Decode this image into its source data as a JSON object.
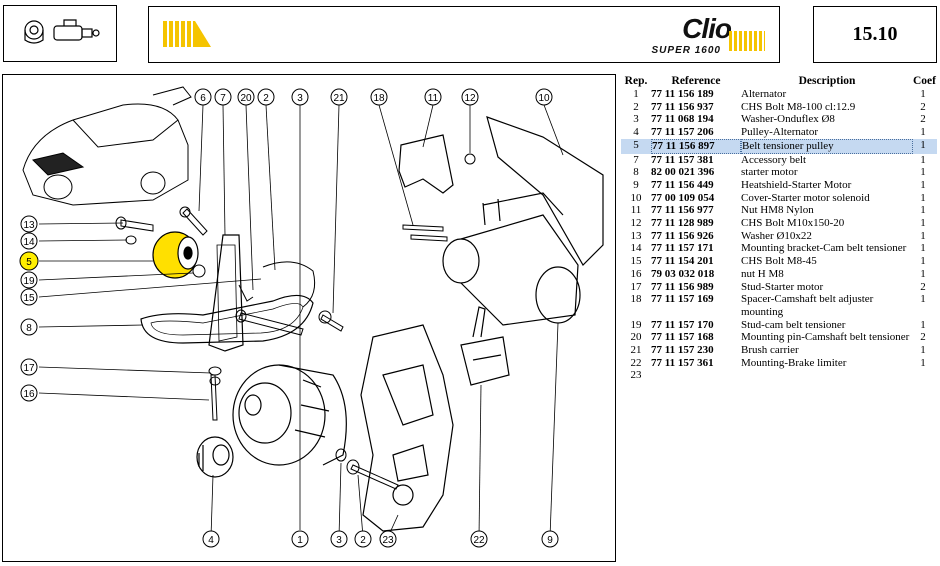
{
  "header": {
    "brand": {
      "model": "Clio",
      "variant": "SUPER 1600"
    },
    "page_number": "15.10"
  },
  "diagram": {
    "callouts": [
      {
        "num": "6"
      },
      {
        "num": "7"
      },
      {
        "num": "20"
      },
      {
        "num": "2"
      },
      {
        "num": "3"
      },
      {
        "num": "21"
      },
      {
        "num": "18"
      },
      {
        "num": "11"
      },
      {
        "num": "12"
      },
      {
        "num": "10"
      },
      {
        "num": "13"
      },
      {
        "num": "14"
      },
      {
        "num": "5",
        "highlighted": true
      },
      {
        "num": "19"
      },
      {
        "num": "15"
      },
      {
        "num": "8"
      },
      {
        "num": "17"
      },
      {
        "num": "16"
      },
      {
        "num": "4"
      },
      {
        "num": "1"
      },
      {
        "num": "3"
      },
      {
        "num": "2"
      },
      {
        "num": "23"
      },
      {
        "num": "22"
      },
      {
        "num": "9"
      }
    ],
    "highlight_color": "#ffee00"
  },
  "parts_table": {
    "headers": {
      "rep": "Rep.",
      "reference": "Reference",
      "description": "Description",
      "coef": "Coef"
    },
    "selected_rep": "5",
    "selected_color": "#c5d9f1",
    "rows": [
      {
        "rep": "1",
        "reference": "77 11 156 189",
        "description": "Alternator",
        "coef": "1"
      },
      {
        "rep": "2",
        "reference": "77 11 156 937",
        "description": "CHS Bolt M8-100 cl:12.9",
        "coef": "2"
      },
      {
        "rep": "3",
        "reference": "77 11 068 194",
        "description": "Washer-Onduflex Ø8",
        "coef": "2"
      },
      {
        "rep": "4",
        "reference": "77 11 157 206",
        "description": "Pulley-Alternator",
        "coef": "1"
      },
      {
        "rep": "5",
        "reference": "77 11 156 897",
        "description": "Belt tensioner pulley",
        "coef": "1"
      },
      {
        "rep": "7",
        "reference": "77 11 157 381",
        "description": "Accessory belt",
        "coef": "1"
      },
      {
        "rep": "8",
        "reference": "82 00 021 396",
        "description": "starter motor",
        "coef": "1"
      },
      {
        "rep": "9",
        "reference": "77 11 156 449",
        "description": "Heatshield-Starter Motor",
        "coef": "1"
      },
      {
        "rep": "10",
        "reference": "77 00 109 054",
        "description": "Cover-Starter motor solenoid",
        "coef": "1"
      },
      {
        "rep": "11",
        "reference": "77 11 156 977",
        "description": "Nut HM8 Nylon",
        "coef": "1"
      },
      {
        "rep": "12",
        "reference": "77 11 128 989",
        "description": "CHS Bolt M10x150-20",
        "coef": "1"
      },
      {
        "rep": "13",
        "reference": "77 11 156 926",
        "description": "Washer Ø10x22",
        "coef": "1"
      },
      {
        "rep": "14",
        "reference": "77 11 157 171",
        "description": "Mounting bracket-Cam belt tensioner",
        "coef": "1"
      },
      {
        "rep": "15",
        "reference": "77 11 154 201",
        "description": "CHS Bolt M8-45",
        "coef": "1"
      },
      {
        "rep": "16",
        "reference": "79 03 032 018",
        "description": "nut H M8",
        "coef": "1"
      },
      {
        "rep": "17",
        "reference": "77 11 156 989",
        "description": "Stud-Starter motor",
        "coef": "2"
      },
      {
        "rep": "18",
        "reference": "77 11 157 169",
        "description": "Spacer-Camshaft belt adjuster mounting",
        "coef": "1"
      },
      {
        "rep": "19",
        "reference": "77 11 157 170",
        "description": "Stud-cam belt tensioner",
        "coef": "1"
      },
      {
        "rep": "20",
        "reference": "77 11 157 168",
        "description": "Mounting pin-Camshaft belt tensioner",
        "coef": "2"
      },
      {
        "rep": "21",
        "reference": "77 11 157 230",
        "description": "Brush carrier",
        "coef": "1"
      },
      {
        "rep": "22",
        "reference": "77 11 157 361",
        "description": "Mounting-Brake limiter",
        "coef": "1"
      },
      {
        "rep": "23",
        "reference": "",
        "description": "",
        "coef": ""
      }
    ]
  }
}
